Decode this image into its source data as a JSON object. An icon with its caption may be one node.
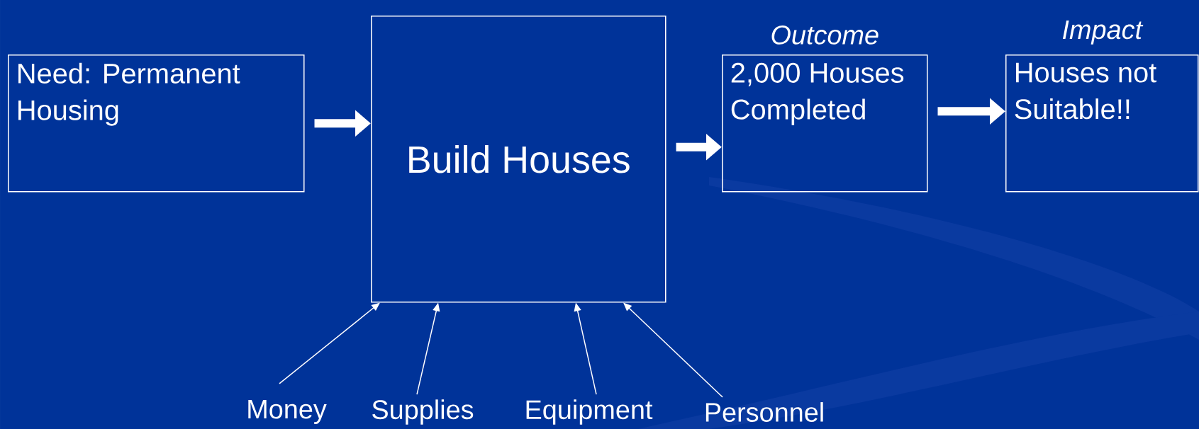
{
  "diagram": {
    "nodes": [
      {
        "text": [
          "Need: Permanent Housing"
        ]
      },
      {
        "text": [
          "Build Houses"
        ]
      },
      {
        "text": [
          "2,000 Houses Completed"
        ],
        "beside": [
          "Outcome"
        ]
      },
      {
        "text": [
          "Houses not Suitable!!"
        ],
        "beside": [
          "Impact"
        ]
      },
      {
        "text": [
          "Money"
        ]
      },
      {
        "text": [
          "Supplies"
        ]
      },
      {
        "text": [
          "Equipment"
        ]
      },
      {
        "text": [
          "Personnel"
        ]
      }
    ],
    "edges": [
      {
        "from": 0,
        "to": 1,
        "arrow": "to",
        "style": "thick"
      },
      {
        "from": 1,
        "to": 2,
        "arrow": "to",
        "style": "thick"
      },
      {
        "from": 2,
        "to": 3,
        "arrow": "to",
        "style": "thick"
      },
      {
        "from": 4,
        "to": 1,
        "arrow": "to"
      },
      {
        "from": 5,
        "to": 1,
        "arrow": "to"
      },
      {
        "from": 6,
        "to": 1,
        "arrow": "to"
      },
      {
        "from": 7,
        "to": 1,
        "arrow": "to"
      }
    ]
  }
}
